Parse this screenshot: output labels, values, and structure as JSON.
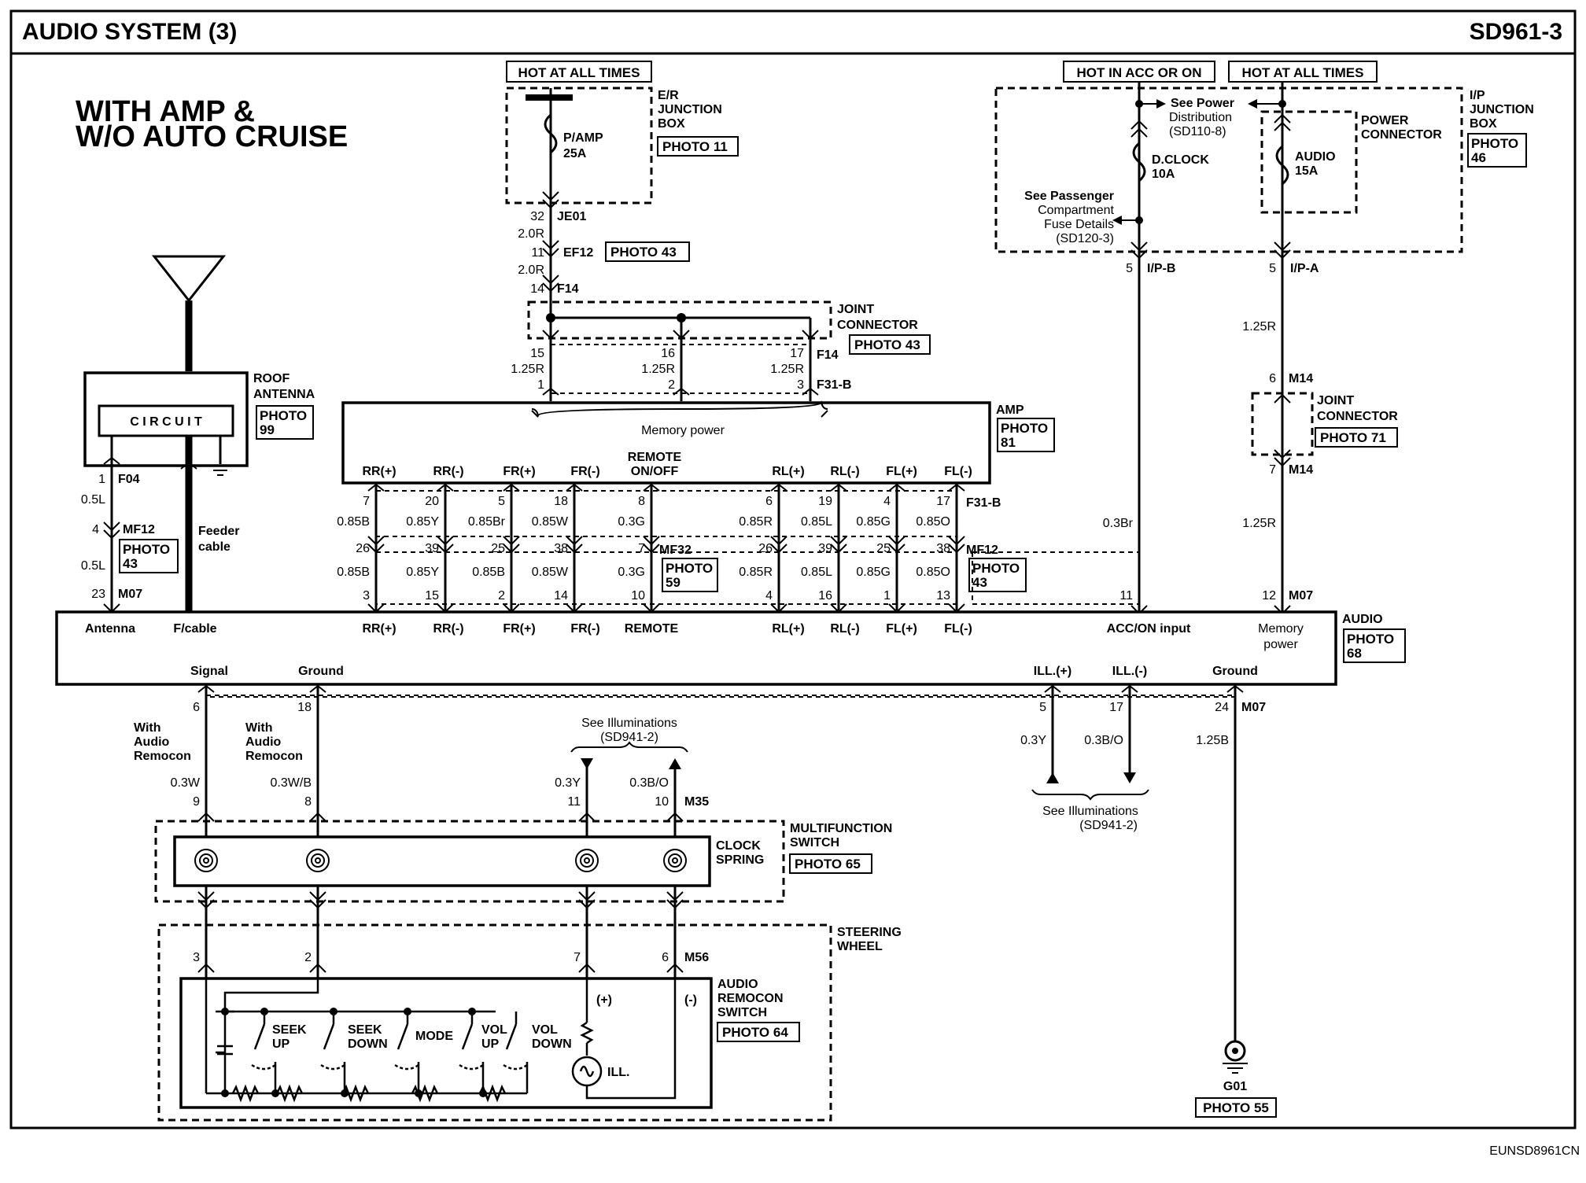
{
  "header": {
    "title": "AUDIO SYSTEM (3)",
    "code": "SD961-3"
  },
  "subtitle": [
    "WITH AMP &",
    "W/O AUTO CRUISE"
  ],
  "power": {
    "hot_all_times_1": "HOT AT ALL TIMES",
    "hot_acc_on": "HOT IN ACC OR ON",
    "hot_all_times_2": "HOT AT ALL TIMES"
  },
  "er_box": {
    "label": [
      "E/R",
      "JUNCTION",
      "BOX"
    ],
    "photo": "PHOTO 11",
    "fuse": [
      "P/AMP",
      "25A"
    ]
  },
  "ip_box": {
    "label": [
      "I/P",
      "JUNCTION",
      "BOX"
    ],
    "photo": [
      "PHOTO",
      "46"
    ],
    "power_connector": [
      "POWER",
      "CONNECTOR"
    ],
    "dclock": [
      "D.CLOCK",
      "10A"
    ],
    "audio_fuse": [
      "AUDIO",
      "15A"
    ],
    "see_power": [
      "See Power",
      "Distribution",
      "(SD110-8)"
    ],
    "see_passenger": [
      "See Passenger",
      "Compartment",
      "Fuse Details",
      "(SD120-3)"
    ],
    "ipb": "I/P-B",
    "ipa": "I/P-A",
    "pin_b": "5",
    "pin_a": "5"
  },
  "wires_top": [
    {
      "text": "32",
      "cls": "n"
    },
    {
      "text": "JE01",
      "cls": "s"
    },
    {
      "text": "2.0R",
      "cls": "n"
    },
    {
      "text": "11",
      "cls": "n"
    },
    {
      "text": "EF12",
      "cls": "s"
    },
    {
      "text": "PHOTO 43",
      "cls": "box"
    },
    {
      "text": "2.0R",
      "cls": "n"
    },
    {
      "text": "14",
      "cls": "n"
    },
    {
      "text": "F14",
      "cls": "s"
    }
  ],
  "joint1": {
    "label": [
      "JOINT",
      "CONNECTOR"
    ],
    "photo": "PHOTO 43",
    "f14": "F14",
    "f31b": "F31-B",
    "pins": [
      "15",
      "16",
      "17"
    ],
    "wire": [
      "1.25R",
      "1.25R",
      "1.25R"
    ],
    "lower": [
      "1",
      "2",
      "3"
    ]
  },
  "amp": {
    "label": "AMP",
    "photo": [
      "PHOTO",
      "81"
    ],
    "memory": "Memory power",
    "remote": [
      "REMOTE",
      "ON/OFF"
    ],
    "terms": [
      "RR(+)",
      "RR(-)",
      "FR(+)",
      "FR(-)",
      "RL(+)",
      "RL(-)",
      "FL(+)",
      "FL(-)"
    ]
  },
  "mid_pins": {
    "top": [
      "7",
      "20",
      "5",
      "18",
      "8",
      "6",
      "19",
      "4",
      "17"
    ],
    "wire": [
      "0.85B",
      "0.85Y",
      "0.85Br",
      "0.85W",
      "0.3G",
      "0.85R",
      "0.85L",
      "0.85G",
      "0.85O"
    ],
    "pins2": [
      "26",
      "39",
      "25",
      "38",
      "7",
      "26",
      "39",
      "25",
      "38"
    ],
    "wire2": [
      "0.85B",
      "0.85Y",
      "0.85B",
      "0.85W",
      "0.3G",
      "0.85R",
      "0.85L",
      "0.85G",
      "0.85O"
    ],
    "pins3": [
      "3",
      "15",
      "2",
      "14",
      "10",
      "4",
      "16",
      "1",
      "13"
    ],
    "f31b": "F31-B",
    "mf32": "MF32",
    "mf32_photo": [
      "PHOTO",
      "59"
    ],
    "mf12": "MF12",
    "mf12_photo": [
      "PHOTO",
      "43"
    ]
  },
  "antenna": {
    "label": [
      "ROOF",
      "ANTENNA"
    ],
    "photo": [
      "PHOTO",
      "99"
    ],
    "circuit": "C I R C U I T",
    "pin1": "1",
    "f04": "F04",
    "w1": "0.5L",
    "pin4": "4",
    "mf12": "MF12",
    "photo2": [
      "PHOTO",
      "43"
    ],
    "w2": "0.5L",
    "pin23": "23",
    "m07": "M07",
    "feeder": [
      "Feeder",
      "cable"
    ]
  },
  "right_wires": {
    "w_accon": "0.3Br",
    "pin11": "11",
    "w1": "1.25R",
    "pin6": "6",
    "m14a": "M14",
    "joint": [
      "JOINT",
      "CONNECTOR"
    ],
    "joint_photo": "PHOTO 71",
    "pin7": "7",
    "m14b": "M14",
    "w2": "1.25R",
    "pin12": "12",
    "m07": "M07"
  },
  "audio": {
    "label": "AUDIO",
    "photo": [
      "PHOTO",
      "68"
    ],
    "terms": [
      "Antenna",
      "F/cable",
      "RR(+)",
      "RR(-)",
      "FR(+)",
      "FR(-)",
      "REMOTE",
      "RL(+)",
      "RL(-)",
      "FL(+)",
      "FL(-)",
      "ACC/ON input"
    ],
    "memory": [
      "Memory",
      "power"
    ],
    "bottom": [
      "Signal",
      "Ground",
      "ILL.(+)",
      "ILL.(-)",
      "Ground"
    ]
  },
  "lower": {
    "pin6": "6",
    "pin18": "18",
    "remocon1": [
      "With",
      "Audio",
      "Remocon"
    ],
    "remocon2": [
      "With",
      "Audio",
      "Remocon"
    ],
    "w_sig": "0.3W",
    "w_gnd": "0.3W/B",
    "pin9": "9",
    "pin8": "8",
    "see_ill_top": [
      "See Illuminations",
      "(SD941-2)"
    ],
    "w_y": "0.3Y",
    "w_bo": "0.3B/O",
    "pin11": "11",
    "pin10": "10",
    "m35": "M35",
    "ill_pins": [
      "5",
      "17",
      "24"
    ],
    "m07": "M07",
    "ill_w": [
      "0.3Y",
      "0.3B/O",
      "1.25B"
    ],
    "see_ill_bottom": [
      "See Illuminations",
      "(SD941-2)"
    ],
    "multifunction": [
      "MULTIFUNCTION",
      "SWITCH"
    ],
    "clock_spring": [
      "CLOCK",
      "SPRING"
    ],
    "mf_photo": "PHOTO 65",
    "steering": [
      "STEERING",
      "WHEEL"
    ],
    "sw_pins": [
      "3",
      "2",
      "7",
      "6"
    ],
    "m56": "M56",
    "remocon_switch": [
      "AUDIO",
      "REMOCON",
      "SWITCH"
    ],
    "remocon_photo": "PHOTO 64",
    "buttons": [
      [
        "SEEK",
        "UP"
      ],
      [
        "SEEK",
        "DOWN"
      ],
      [
        "MODE"
      ],
      [
        "VOL",
        "UP"
      ],
      [
        "VOL",
        "DOWN"
      ]
    ],
    "plus": "(+)",
    "minus": "(-)",
    "ill": "ILL.",
    "ground": "G01",
    "ground_photo": "PHOTO 55"
  },
  "footer": "EUNSD8961CN"
}
